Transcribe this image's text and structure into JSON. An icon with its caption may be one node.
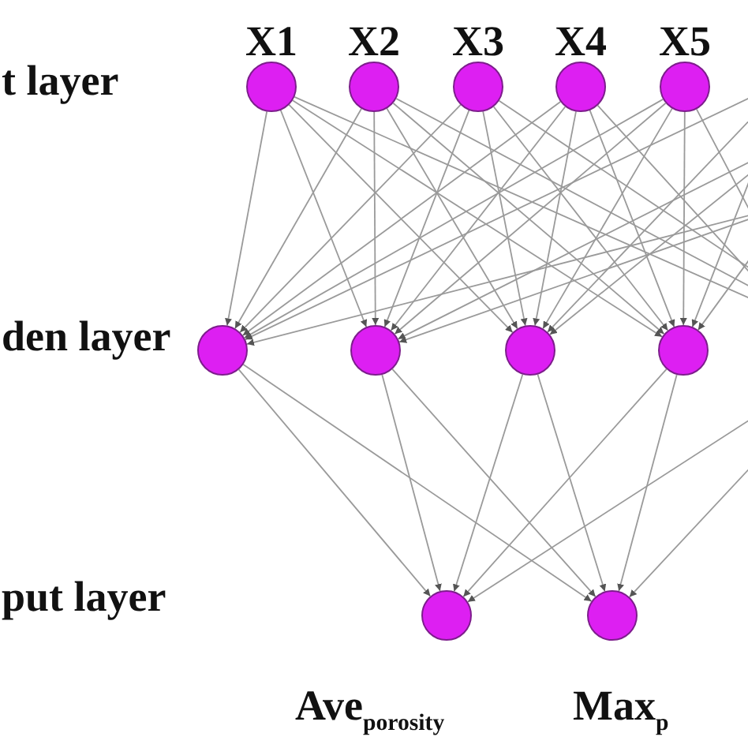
{
  "diagram": {
    "nodes": [
      {
        "text": [],
        "shape": "circle",
        "beside": [
          "X1"
        ]
      },
      {
        "text": [],
        "shape": "circle",
        "beside": [
          "X2"
        ]
      },
      {
        "text": [],
        "shape": "circle",
        "beside": [
          "X3"
        ]
      },
      {
        "text": [],
        "shape": "circle",
        "beside": [
          "X4"
        ]
      },
      {
        "text": [],
        "shape": "circle",
        "beside": [
          "X5"
        ]
      },
      {
        "text": [],
        "shape": "circle"
      },
      {
        "text": [],
        "shape": "circle"
      },
      {
        "text": [],
        "shape": "circle"
      },
      {
        "text": [],
        "shape": "circle"
      },
      {
        "text": [],
        "shape": "circle",
        "beside": [
          "Ave$_{porosity}$"
        ]
      },
      {
        "text": [],
        "shape": "circle",
        "beside": [
          "Max$_{p}$"
        ]
      }
    ],
    "edges": [
      {
        "from": 0,
        "to": 5,
        "arrow": "to"
      },
      {
        "from": 0,
        "to": 6,
        "arrow": "to"
      },
      {
        "from": 0,
        "to": 7,
        "arrow": "to"
      },
      {
        "from": 0,
        "to": 8,
        "arrow": "to"
      },
      {
        "from": 1,
        "to": 5,
        "arrow": "to"
      },
      {
        "from": 1,
        "to": 6,
        "arrow": "to"
      },
      {
        "from": 1,
        "to": 7,
        "arrow": "to"
      },
      {
        "from": 1,
        "to": 8,
        "arrow": "to"
      },
      {
        "from": 2,
        "to": 5,
        "arrow": "to"
      },
      {
        "from": 2,
        "to": 6,
        "arrow": "to"
      },
      {
        "from": 2,
        "to": 7,
        "arrow": "to"
      },
      {
        "from": 2,
        "to": 8,
        "arrow": "to"
      },
      {
        "from": 3,
        "to": 5,
        "arrow": "to"
      },
      {
        "from": 3,
        "to": 6,
        "arrow": "to"
      },
      {
        "from": 3,
        "to": 7,
        "arrow": "to"
      },
      {
        "from": 3,
        "to": 8,
        "arrow": "to"
      },
      {
        "from": 4,
        "to": 5,
        "arrow": "to"
      },
      {
        "from": 4,
        "to": 6,
        "arrow": "to"
      },
      {
        "from": 4,
        "to": 7,
        "arrow": "to"
      },
      {
        "from": 4,
        "to": 8,
        "arrow": "to"
      },
      {
        "from": 0,
        "to": null,
        "arrow": "to"
      },
      {
        "from": 1,
        "to": null,
        "arrow": "to"
      },
      {
        "from": 2,
        "to": null,
        "arrow": "to"
      },
      {
        "from": 3,
        "to": null,
        "arrow": "to"
      },
      {
        "from": 4,
        "to": null,
        "arrow": "to"
      },
      {
        "from": null,
        "to": 5,
        "arrow": "to"
      },
      {
        "from": null,
        "to": 5,
        "arrow": "to"
      },
      {
        "from": null,
        "to": 6,
        "arrow": "to"
      },
      {
        "from": null,
        "to": 6,
        "arrow": "to"
      },
      {
        "from": null,
        "to": 7,
        "arrow": "to"
      },
      {
        "from": null,
        "to": 7,
        "arrow": "to"
      },
      {
        "from": null,
        "to": 8,
        "arrow": "to"
      },
      {
        "from": null,
        "to": 8,
        "arrow": "to"
      },
      {
        "from": 5,
        "to": 9,
        "arrow": "to"
      },
      {
        "from": 5,
        "to": 10,
        "arrow": "to"
      },
      {
        "from": 6,
        "to": 9,
        "arrow": "to"
      },
      {
        "from": 6,
        "to": 10,
        "arrow": "to"
      },
      {
        "from": 7,
        "to": 9,
        "arrow": "to"
      },
      {
        "from": 7,
        "to": 10,
        "arrow": "to"
      },
      {
        "from": 8,
        "to": 9,
        "arrow": "to"
      },
      {
        "from": 8,
        "to": 10,
        "arrow": "to"
      },
      {
        "from": null,
        "to": 9,
        "arrow": "to"
      },
      {
        "from": null,
        "to": 10,
        "arrow": "to"
      }
    ],
    "labels": [
      "t layer",
      "den layer",
      "put layer"
    ]
  }
}
